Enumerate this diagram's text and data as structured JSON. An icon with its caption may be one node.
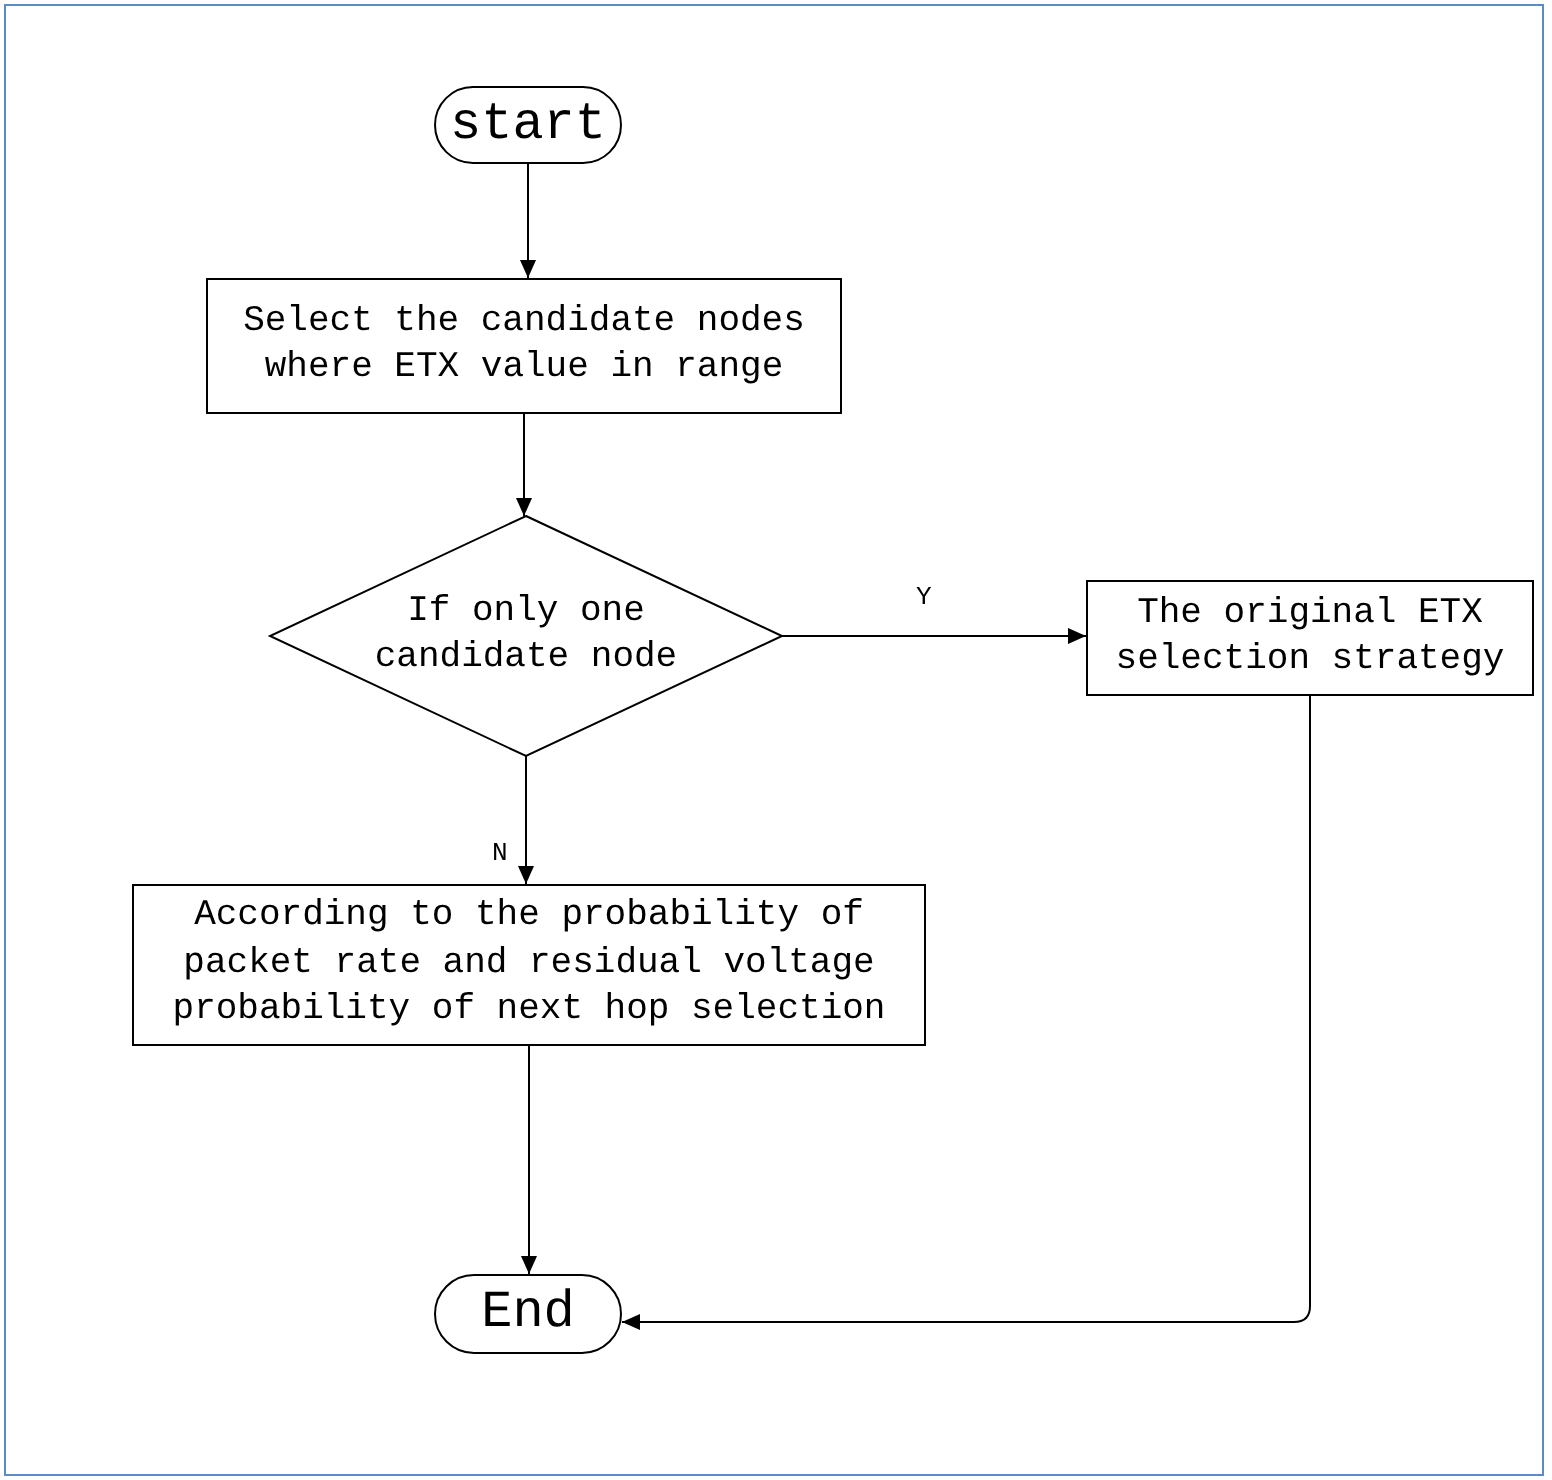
{
  "diagram": {
    "nodes": [
      {
        "text": [
          "start"
        ]
      },
      {
        "text": [
          "Select the candidate nodes where ETX value in  range"
        ]
      },
      {
        "text": [
          "If only one candidate node"
        ]
      },
      {
        "text": [
          "The original ETX selection strategy"
        ]
      },
      {
        "text": [
          "According to the probability of packet rate and residual voltage probability of next hop selection"
        ]
      },
      {
        "text": [
          "End"
        ]
      }
    ],
    "edges": [
      {
        "from": 0,
        "to": 1,
        "arrow": "to"
      },
      {
        "from": 1,
        "to": 2,
        "arrow": "to"
      },
      {
        "from": 2,
        "to": 3,
        "arrow": "to",
        "label": "Y"
      },
      {
        "from": 2,
        "to": 4,
        "arrow": "to",
        "label": "N"
      },
      {
        "from": 4,
        "to": 5,
        "arrow": "to"
      },
      {
        "from": 3,
        "to": 5,
        "arrow": "to"
      }
    ]
  }
}
